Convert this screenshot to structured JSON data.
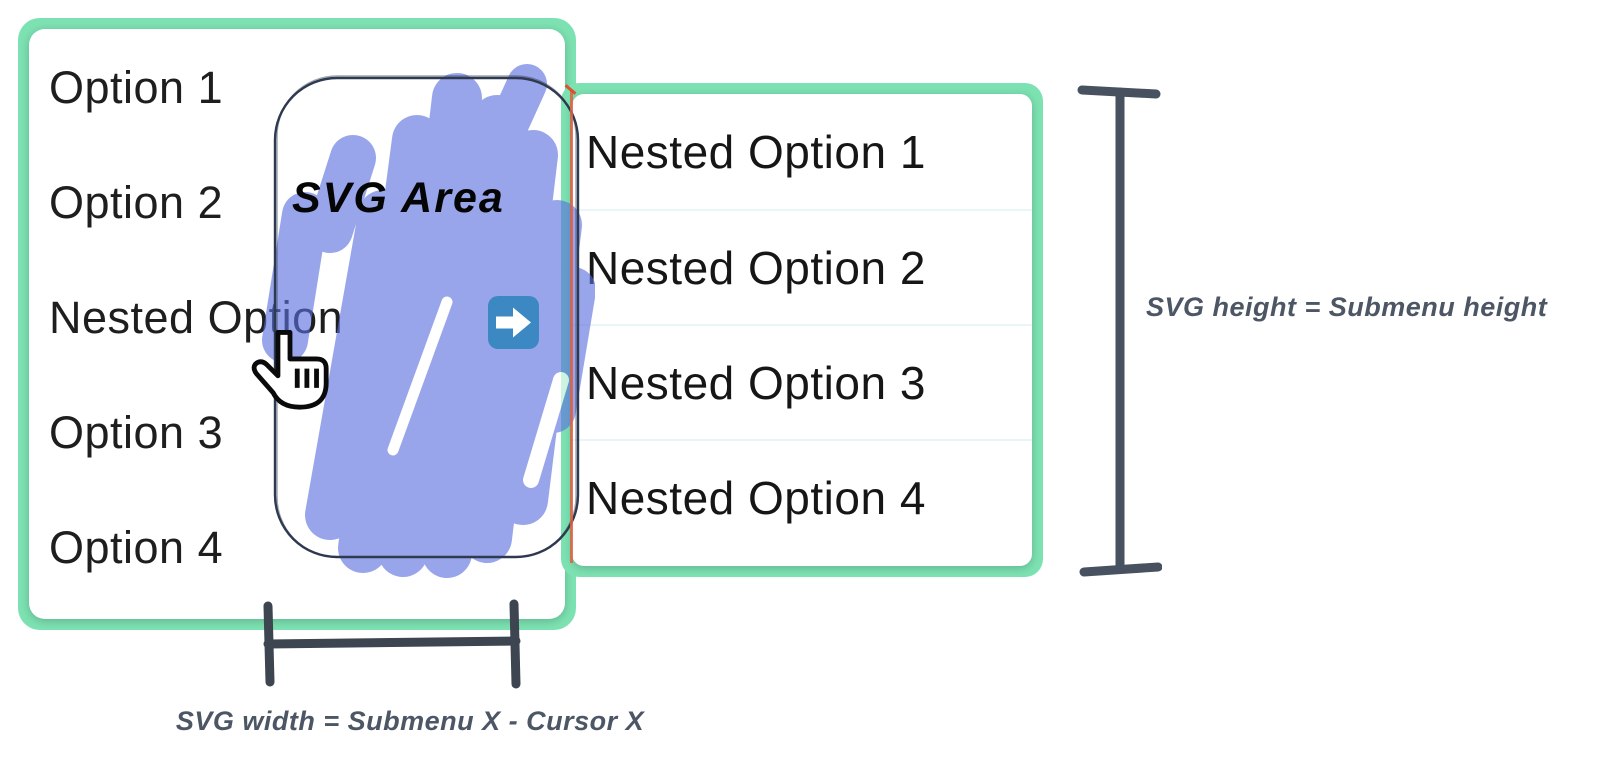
{
  "menu": {
    "items": [
      {
        "label": "Option 1"
      },
      {
        "label": "Option 2"
      },
      {
        "label": "Nested Option",
        "has_submenu": true
      },
      {
        "label": "Option 3"
      },
      {
        "label": "Option 4"
      }
    ]
  },
  "submenu": {
    "items": [
      "Nested Option 1",
      "Nested Option 2",
      "Nested Option 3",
      "Nested Option 4"
    ]
  },
  "overlay": {
    "label": "SVG Area"
  },
  "annotations": {
    "height_label": "SVG height = Submenu height",
    "width_label": "SVG width = Submenu X - Cursor X"
  },
  "icons": {
    "submenu_arrow": "arrow-right",
    "cursor": "hand-pointer"
  },
  "colors": {
    "menu_border": "#7de2b2",
    "svg_area_fill": "#97a3e8",
    "svg_area_outline": "#2e3a50",
    "annotation": "#4c5664",
    "arrow_icon_blue": "#3b88c3",
    "submenu_edge_line": "#e06040"
  }
}
